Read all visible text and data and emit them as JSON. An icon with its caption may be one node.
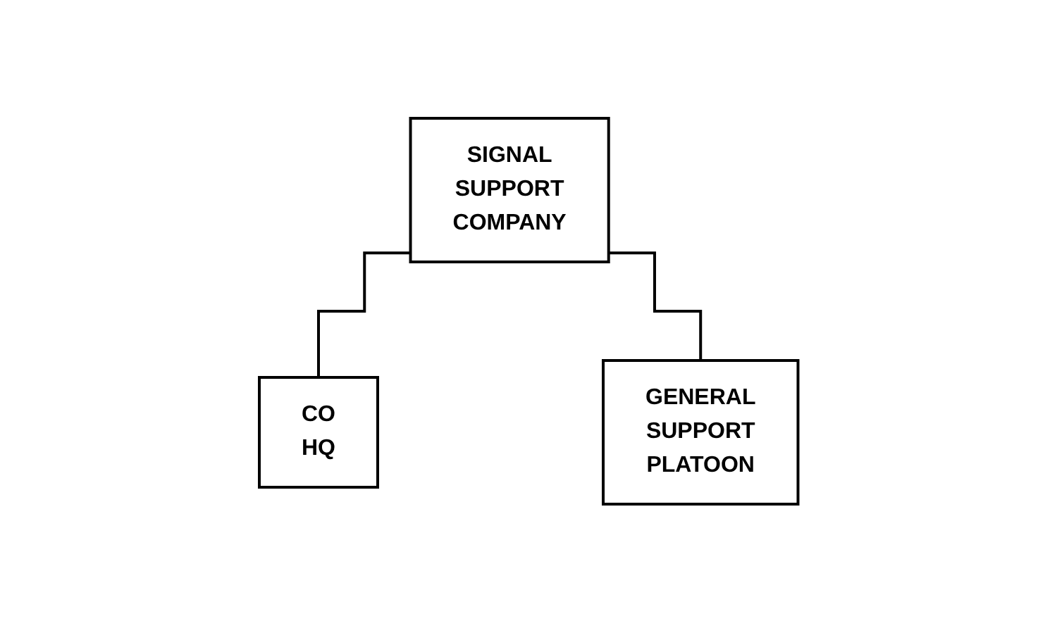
{
  "diagram": {
    "nodes": [
      {
        "text": [
          "SIGNAL SUPPORT COMPANY"
        ]
      },
      {
        "text": [
          "CO HQ"
        ]
      },
      {
        "text": [
          "GENERAL SUPPORT PLATOON"
        ]
      }
    ],
    "edges": [
      {
        "from": 0,
        "to": 1,
        "arrow": "none"
      },
      {
        "from": 0,
        "to": 2,
        "arrow": "none"
      }
    ]
  }
}
